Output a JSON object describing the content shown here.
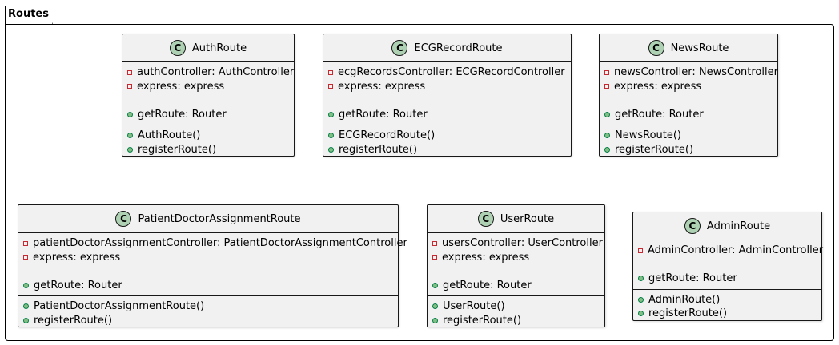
{
  "package": {
    "title": "Routes"
  },
  "classes": [
    {
      "name": "AuthRoute",
      "stereotype_letter": "C",
      "attributes": [
        {
          "text": "authController: AuthController",
          "visibility": "private"
        },
        {
          "text": "express: express",
          "visibility": "private"
        },
        {
          "text": "",
          "visibility": "none"
        },
        {
          "text": "getRoute: Router",
          "visibility": "public"
        }
      ],
      "operations": [
        {
          "text": "AuthRoute()",
          "visibility": "public"
        },
        {
          "text": "registerRoute()",
          "visibility": "public"
        }
      ]
    },
    {
      "name": "ECGRecordRoute",
      "stereotype_letter": "C",
      "attributes": [
        {
          "text": "ecgRecordsController: ECGRecordController",
          "visibility": "private"
        },
        {
          "text": "express: express",
          "visibility": "private"
        },
        {
          "text": "",
          "visibility": "none"
        },
        {
          "text": "getRoute: Router",
          "visibility": "public"
        }
      ],
      "operations": [
        {
          "text": "ECGRecordRoute()",
          "visibility": "public"
        },
        {
          "text": "registerRoute()",
          "visibility": "public"
        }
      ]
    },
    {
      "name": "NewsRoute",
      "stereotype_letter": "C",
      "attributes": [
        {
          "text": "newsController: NewsController",
          "visibility": "private"
        },
        {
          "text": "express: express",
          "visibility": "private"
        },
        {
          "text": "",
          "visibility": "none"
        },
        {
          "text": "getRoute: Router",
          "visibility": "public"
        }
      ],
      "operations": [
        {
          "text": "NewsRoute()",
          "visibility": "public"
        },
        {
          "text": "registerRoute()",
          "visibility": "public"
        }
      ]
    },
    {
      "name": "PatientDoctorAssignmentRoute",
      "stereotype_letter": "C",
      "attributes": [
        {
          "text": "patientDoctorAssignmentController: PatientDoctorAssignmentController",
          "visibility": "private"
        },
        {
          "text": "express: express",
          "visibility": "private"
        },
        {
          "text": "",
          "visibility": "none"
        },
        {
          "text": "getRoute: Router",
          "visibility": "public"
        }
      ],
      "operations": [
        {
          "text": "PatientDoctorAssignmentRoute()",
          "visibility": "public"
        },
        {
          "text": "registerRoute()",
          "visibility": "public"
        }
      ]
    },
    {
      "name": "UserRoute",
      "stereotype_letter": "C",
      "attributes": [
        {
          "text": "usersController: UserController",
          "visibility": "private"
        },
        {
          "text": "express: express",
          "visibility": "private"
        },
        {
          "text": "",
          "visibility": "none"
        },
        {
          "text": "getRoute: Router",
          "visibility": "public"
        }
      ],
      "operations": [
        {
          "text": "UserRoute()",
          "visibility": "public"
        },
        {
          "text": "registerRoute()",
          "visibility": "public"
        }
      ]
    },
    {
      "name": "AdminRoute",
      "stereotype_letter": "C",
      "attributes": [
        {
          "text": "AdminController: AdminController",
          "visibility": "private"
        },
        {
          "text": "",
          "visibility": "none"
        },
        {
          "text": "getRoute: Router",
          "visibility": "public"
        }
      ],
      "operations": [
        {
          "text": "AdminRoute()",
          "visibility": "public"
        },
        {
          "text": "registerRoute()",
          "visibility": "public"
        }
      ]
    }
  ],
  "colors": {
    "class_fill": "#f1f1f1",
    "class_icon": "#add1b2",
    "private_marker": "#c82930",
    "public_marker": "#84be84"
  }
}
